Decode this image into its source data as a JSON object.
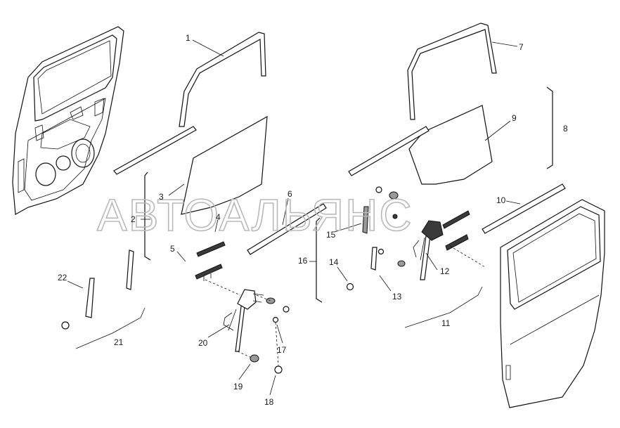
{
  "watermark": "АВТОАЛЬЯНС",
  "callouts": {
    "c1": "1",
    "c2": "2",
    "c3": "3",
    "c4": "4",
    "c5": "5",
    "c6": "6",
    "c7": "7",
    "c8": "8",
    "c9": "9",
    "c10": "10",
    "c11": "11",
    "c12": "12",
    "c13": "13",
    "c14": "14",
    "c15": "15",
    "c16": "16",
    "c17": "17",
    "c18": "18",
    "c19": "19",
    "c20": "20",
    "c21": "21",
    "c22": "22"
  }
}
